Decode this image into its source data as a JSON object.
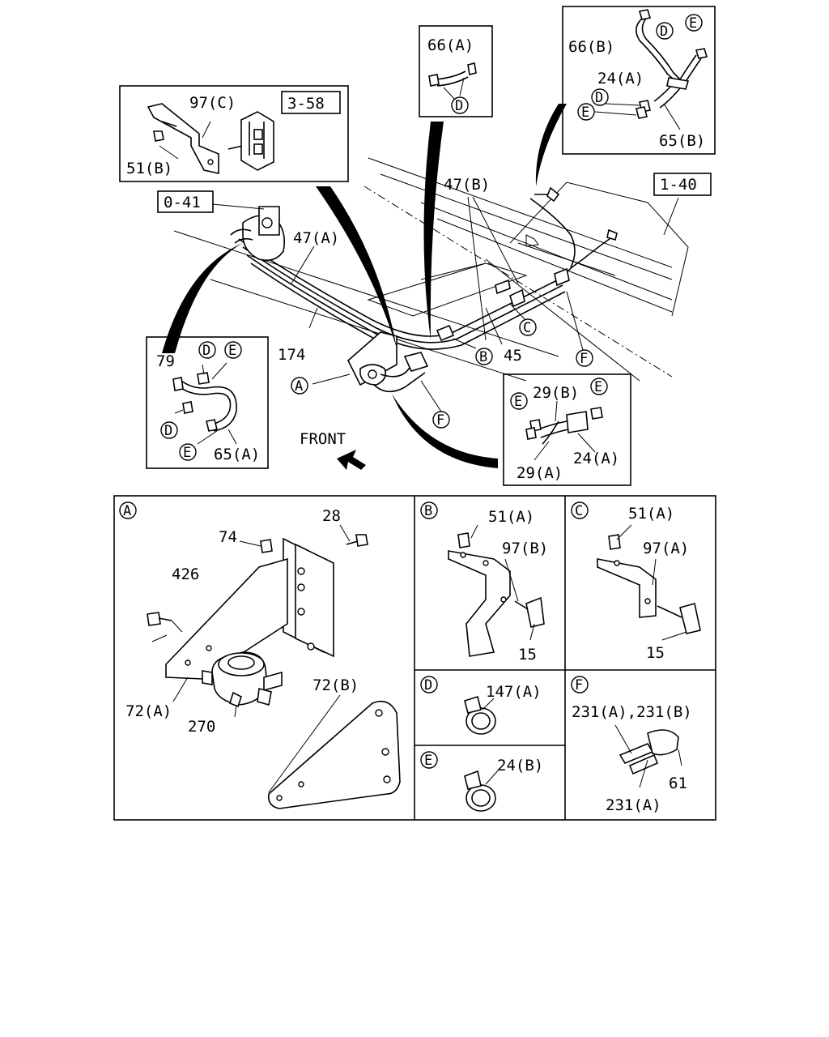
{
  "refs": {
    "r358": "3-58",
    "r041": "0-41",
    "r140": "1-40"
  },
  "labels": {
    "l97c": "97(C)",
    "l51b": "51(B)",
    "l66a": "66(A)",
    "l66b": "66(B)",
    "l24a_top": "24(A)",
    "l65b": "65(B)",
    "l47b": "47(B)",
    "l47a": "47(A)",
    "l174": "174",
    "l45": "45",
    "l79": "79",
    "l65a": "65(A)",
    "front": "FRONT",
    "l29b": "29(B)",
    "l29a": "29(A)",
    "l24a_mid": "24(A)",
    "l28": "28",
    "l74": "74",
    "l426": "426",
    "l72a": "72(A)",
    "l270": "270",
    "l72b": "72(B)",
    "l51a_b": "51(A)",
    "l97b": "97(B)",
    "l15_b": "15",
    "l51a_c": "51(A)",
    "l97a": "97(A)",
    "l15_c": "15",
    "l147a": "147(A)",
    "l24b": "24(B)",
    "l231ab": "231(A),231(B)",
    "l61": "61",
    "l231a": "231(A)"
  },
  "markers": {
    "A": "A",
    "B": "B",
    "C": "C",
    "D": "D",
    "E": "E",
    "F": "F"
  }
}
